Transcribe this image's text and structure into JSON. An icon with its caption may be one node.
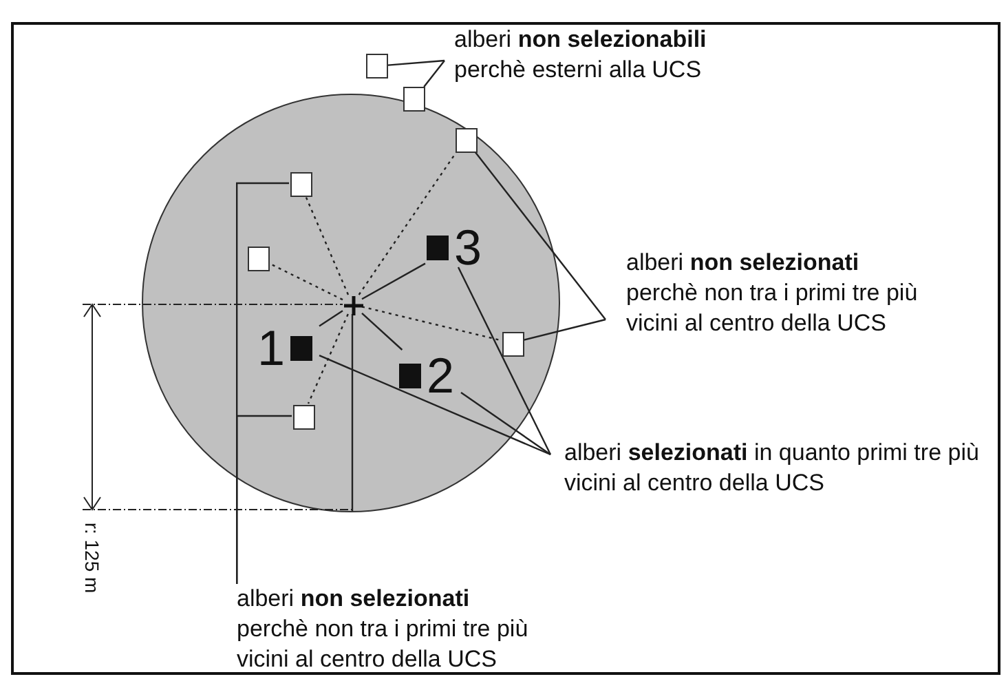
{
  "diagram": {
    "nodes": [
      {
        "text": [
          "alberi **non selezionabili**",
          "perchè esterni alla UCS"
        ]
      },
      {
        "text": [],
        "shape": "box"
      },
      {
        "text": [],
        "shape": "box"
      },
      {
        "text": [],
        "shape": "circle"
      },
      {
        "text": [],
        "shape": "box",
        "in": 3
      },
      {
        "text": [],
        "shape": "box",
        "in": 3
      },
      {
        "text": [],
        "shape": "box",
        "in": 3
      },
      {
        "text": [
          "3"
        ],
        "in": 3
      },
      {
        "text": [],
        "shape": "cross",
        "in": 3
      },
      {
        "text": [
          "1"
        ],
        "in": 3
      },
      {
        "text": [],
        "shape": "box",
        "in": 3
      },
      {
        "text": [
          "2"
        ],
        "in": 3
      },
      {
        "text": [],
        "shape": "box",
        "in": 3
      },
      {
        "text": [
          "alberi **non selezionati**",
          "perchè non tra i primi tre più vicini al centro della UCS"
        ]
      },
      {
        "text": [
          "alberi **selezionati** in quanto primi tre più vicini al centro della UCS"
        ]
      },
      {
        "text": [
          "alberi **non selezionati**",
          "perchè non tra i primi tre più vicini al centro della UCS"
        ]
      }
    ],
    "edges": [
      {
        "from": 1,
        "to": 0,
        "arrow": "none"
      },
      {
        "from": 2,
        "to": 0,
        "arrow": "none"
      },
      {
        "from": 8,
        "to": 4,
        "arrow": "none",
        "style": "dashed"
      },
      {
        "from": 8,
        "to": 5,
        "arrow": "none",
        "style": "dashed"
      },
      {
        "from": 8,
        "to": 6,
        "arrow": "none",
        "style": "dashed"
      },
      {
        "from": 8,
        "to": 10,
        "arrow": "none",
        "style": "dashed"
      },
      {
        "from": 8,
        "to": 12,
        "arrow": "none",
        "style": "dashed"
      },
      {
        "from": 8,
        "to": 7,
        "arrow": "none"
      },
      {
        "from": 8,
        "to": 9,
        "arrow": "none"
      },
      {
        "from": 8,
        "to": 11,
        "arrow": "none"
      },
      {
        "from": 13,
        "to": 4,
        "arrow": "none"
      },
      {
        "from": 13,
        "to": 10,
        "arrow": "none"
      },
      {
        "from": 14,
        "to": 9,
        "arrow": "none"
      },
      {
        "from": 14,
        "to": 11,
        "arrow": "none"
      },
      {
        "from": 14,
        "to": 7,
        "arrow": "none"
      },
      {
        "from": 15,
        "to": 5,
        "arrow": "none"
      },
      {
        "from": 15,
        "to": 12,
        "arrow": "none"
      }
    ],
    "labels": [
      "r: 125 m"
    ]
  }
}
